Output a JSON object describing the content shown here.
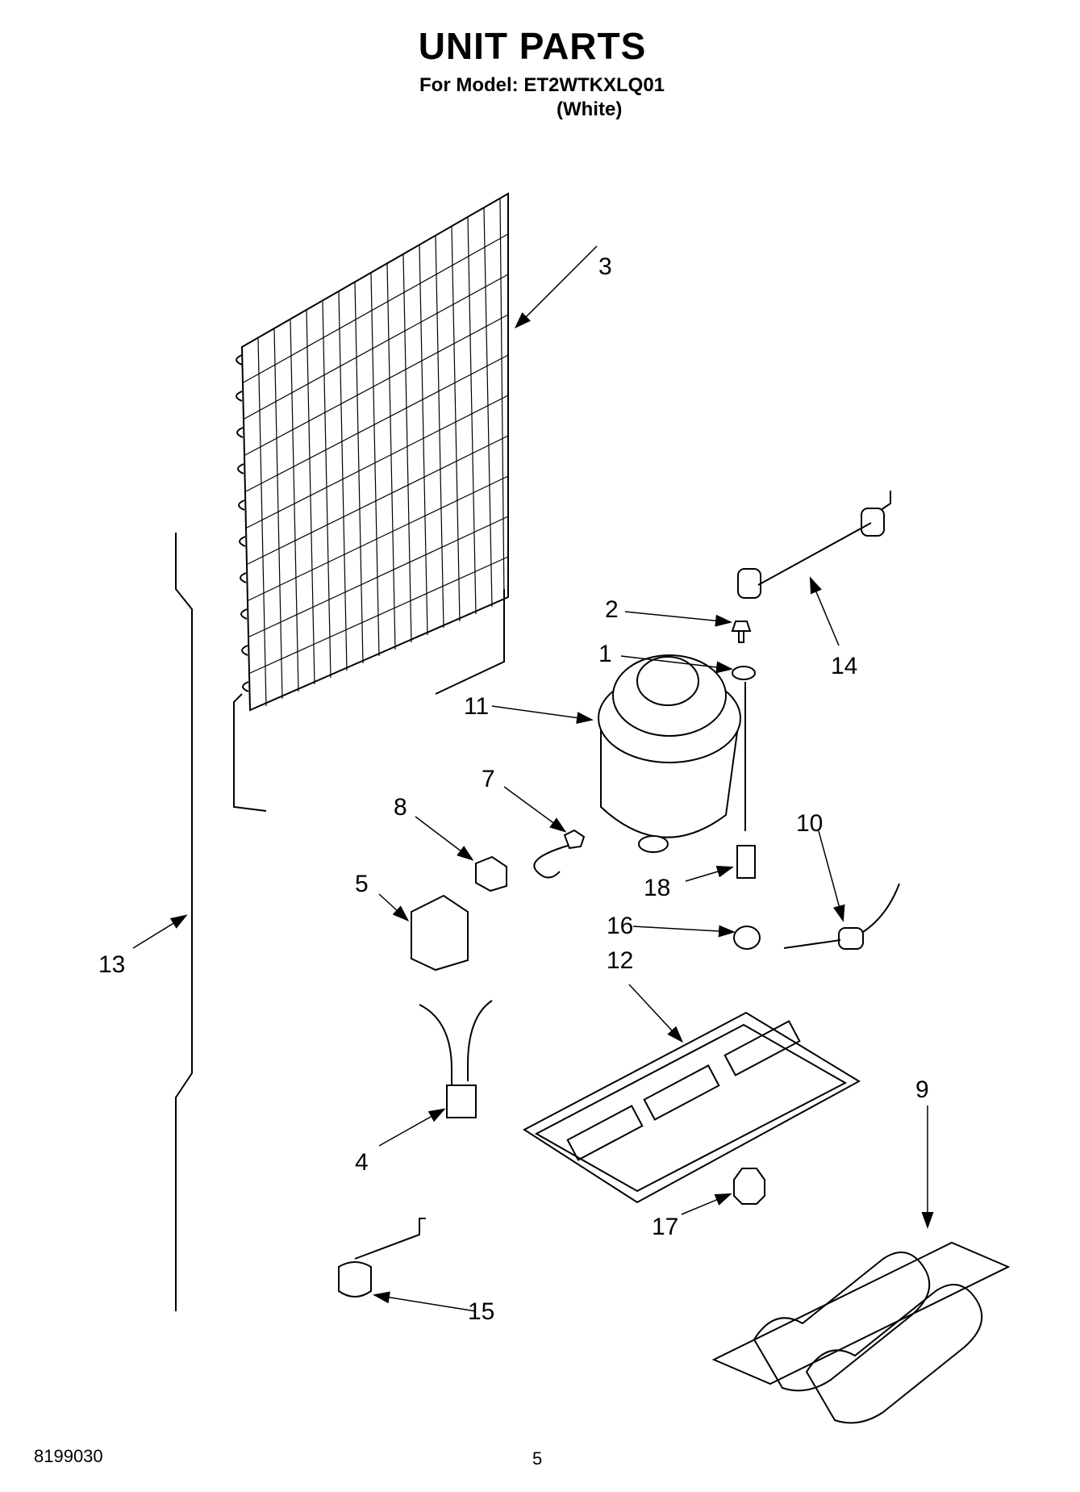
{
  "header": {
    "title": "UNIT PARTS",
    "model_line": "For Model: ET2WTKXLQ01",
    "color_line": "(White)"
  },
  "footer": {
    "doc_number": "8199030",
    "page_number": "5"
  },
  "callouts": {
    "c1": "1",
    "c2": "2",
    "c3": "3",
    "c4": "4",
    "c5": "5",
    "c6": "7",
    "c7": "8",
    "c8": "9",
    "c9": "10",
    "c10": "11",
    "c11": "12",
    "c12": "13",
    "c13": "14",
    "c14": "15",
    "c15": "16",
    "c16": "17",
    "c17": "18"
  }
}
